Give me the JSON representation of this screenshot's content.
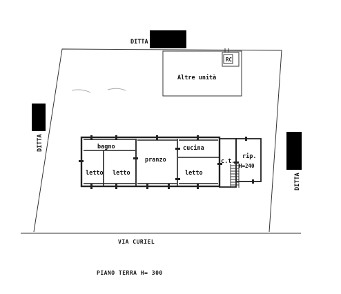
{
  "neighbors": {
    "top": "DITTA",
    "left": "DITTA",
    "right": "DITTA"
  },
  "rooms": {
    "altre_unita": "Altre unità",
    "bagno": "bagno",
    "letto_1": "letto",
    "letto_2": "letto",
    "pranzo": "pranzo",
    "cucina": "cucina",
    "letto_3": "letto",
    "ct": "c.t.",
    "rip": "rip.",
    "rip_height": "H=240",
    "small_room": "RC"
  },
  "street": "VIA CURIEL",
  "caption": "PIANO TERRA H= 300"
}
